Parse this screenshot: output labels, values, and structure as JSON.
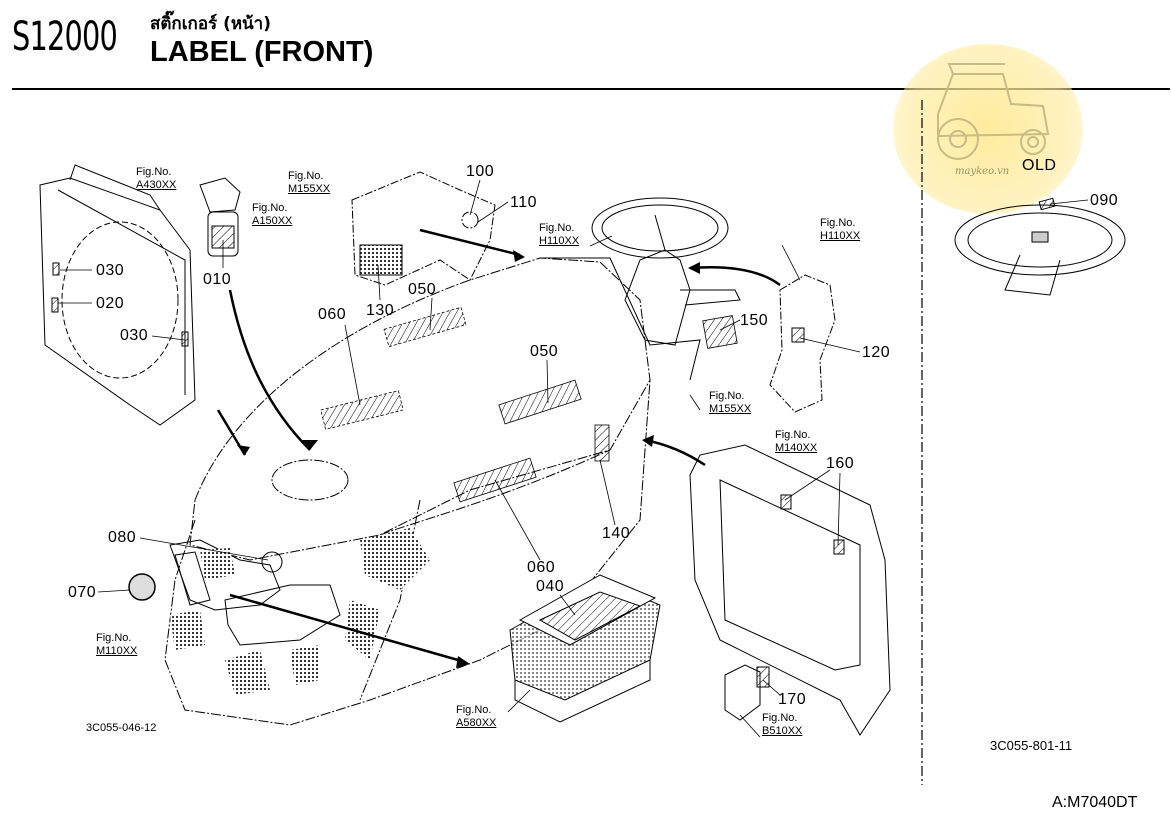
{
  "header": {
    "code": "S12000",
    "thai_title": "สติ๊กเกอร์ (หน้า)",
    "title": "LABEL (FRONT)"
  },
  "fig_refs": [
    {
      "id": "a430",
      "label": "Fig.No.",
      "no": "A430XX"
    },
    {
      "id": "a150",
      "label": "Fig.No.",
      "no": "A150XX"
    },
    {
      "id": "m155a",
      "label": "Fig.No.",
      "no": "M155XX"
    },
    {
      "id": "h110a",
      "label": "Fig.No.",
      "no": "H110XX"
    },
    {
      "id": "h110b",
      "label": "Fig.No.",
      "no": "H110XX"
    },
    {
      "id": "m155b",
      "label": "Fig.No.",
      "no": "M155XX"
    },
    {
      "id": "m140",
      "label": "Fig.No.",
      "no": "M140XX"
    },
    {
      "id": "m110",
      "label": "Fig.No.",
      "no": "M110XX"
    },
    {
      "id": "a580",
      "label": "Fig.No.",
      "no": "A580XX"
    },
    {
      "id": "b510",
      "label": "Fig.No.",
      "no": "B510XX"
    }
  ],
  "part_numbers": {
    "p010": "010",
    "p020": "020",
    "p030a": "030",
    "p030b": "030",
    "p040": "040",
    "p050a": "050",
    "p050b": "050",
    "p060a": "060",
    "p060b": "060",
    "p070": "070",
    "p080": "080",
    "p090": "090",
    "p100": "100",
    "p110": "110",
    "p120": "120",
    "p130": "130",
    "p140": "140",
    "p150": "150",
    "p160": "160",
    "p170": "170"
  },
  "labels": {
    "old": "OLD",
    "drawing_left": "3C055-046-12",
    "drawing_right": "3C055-801-11",
    "page_ref": "A:M7040DT",
    "watermark": "maykeo.vn"
  }
}
